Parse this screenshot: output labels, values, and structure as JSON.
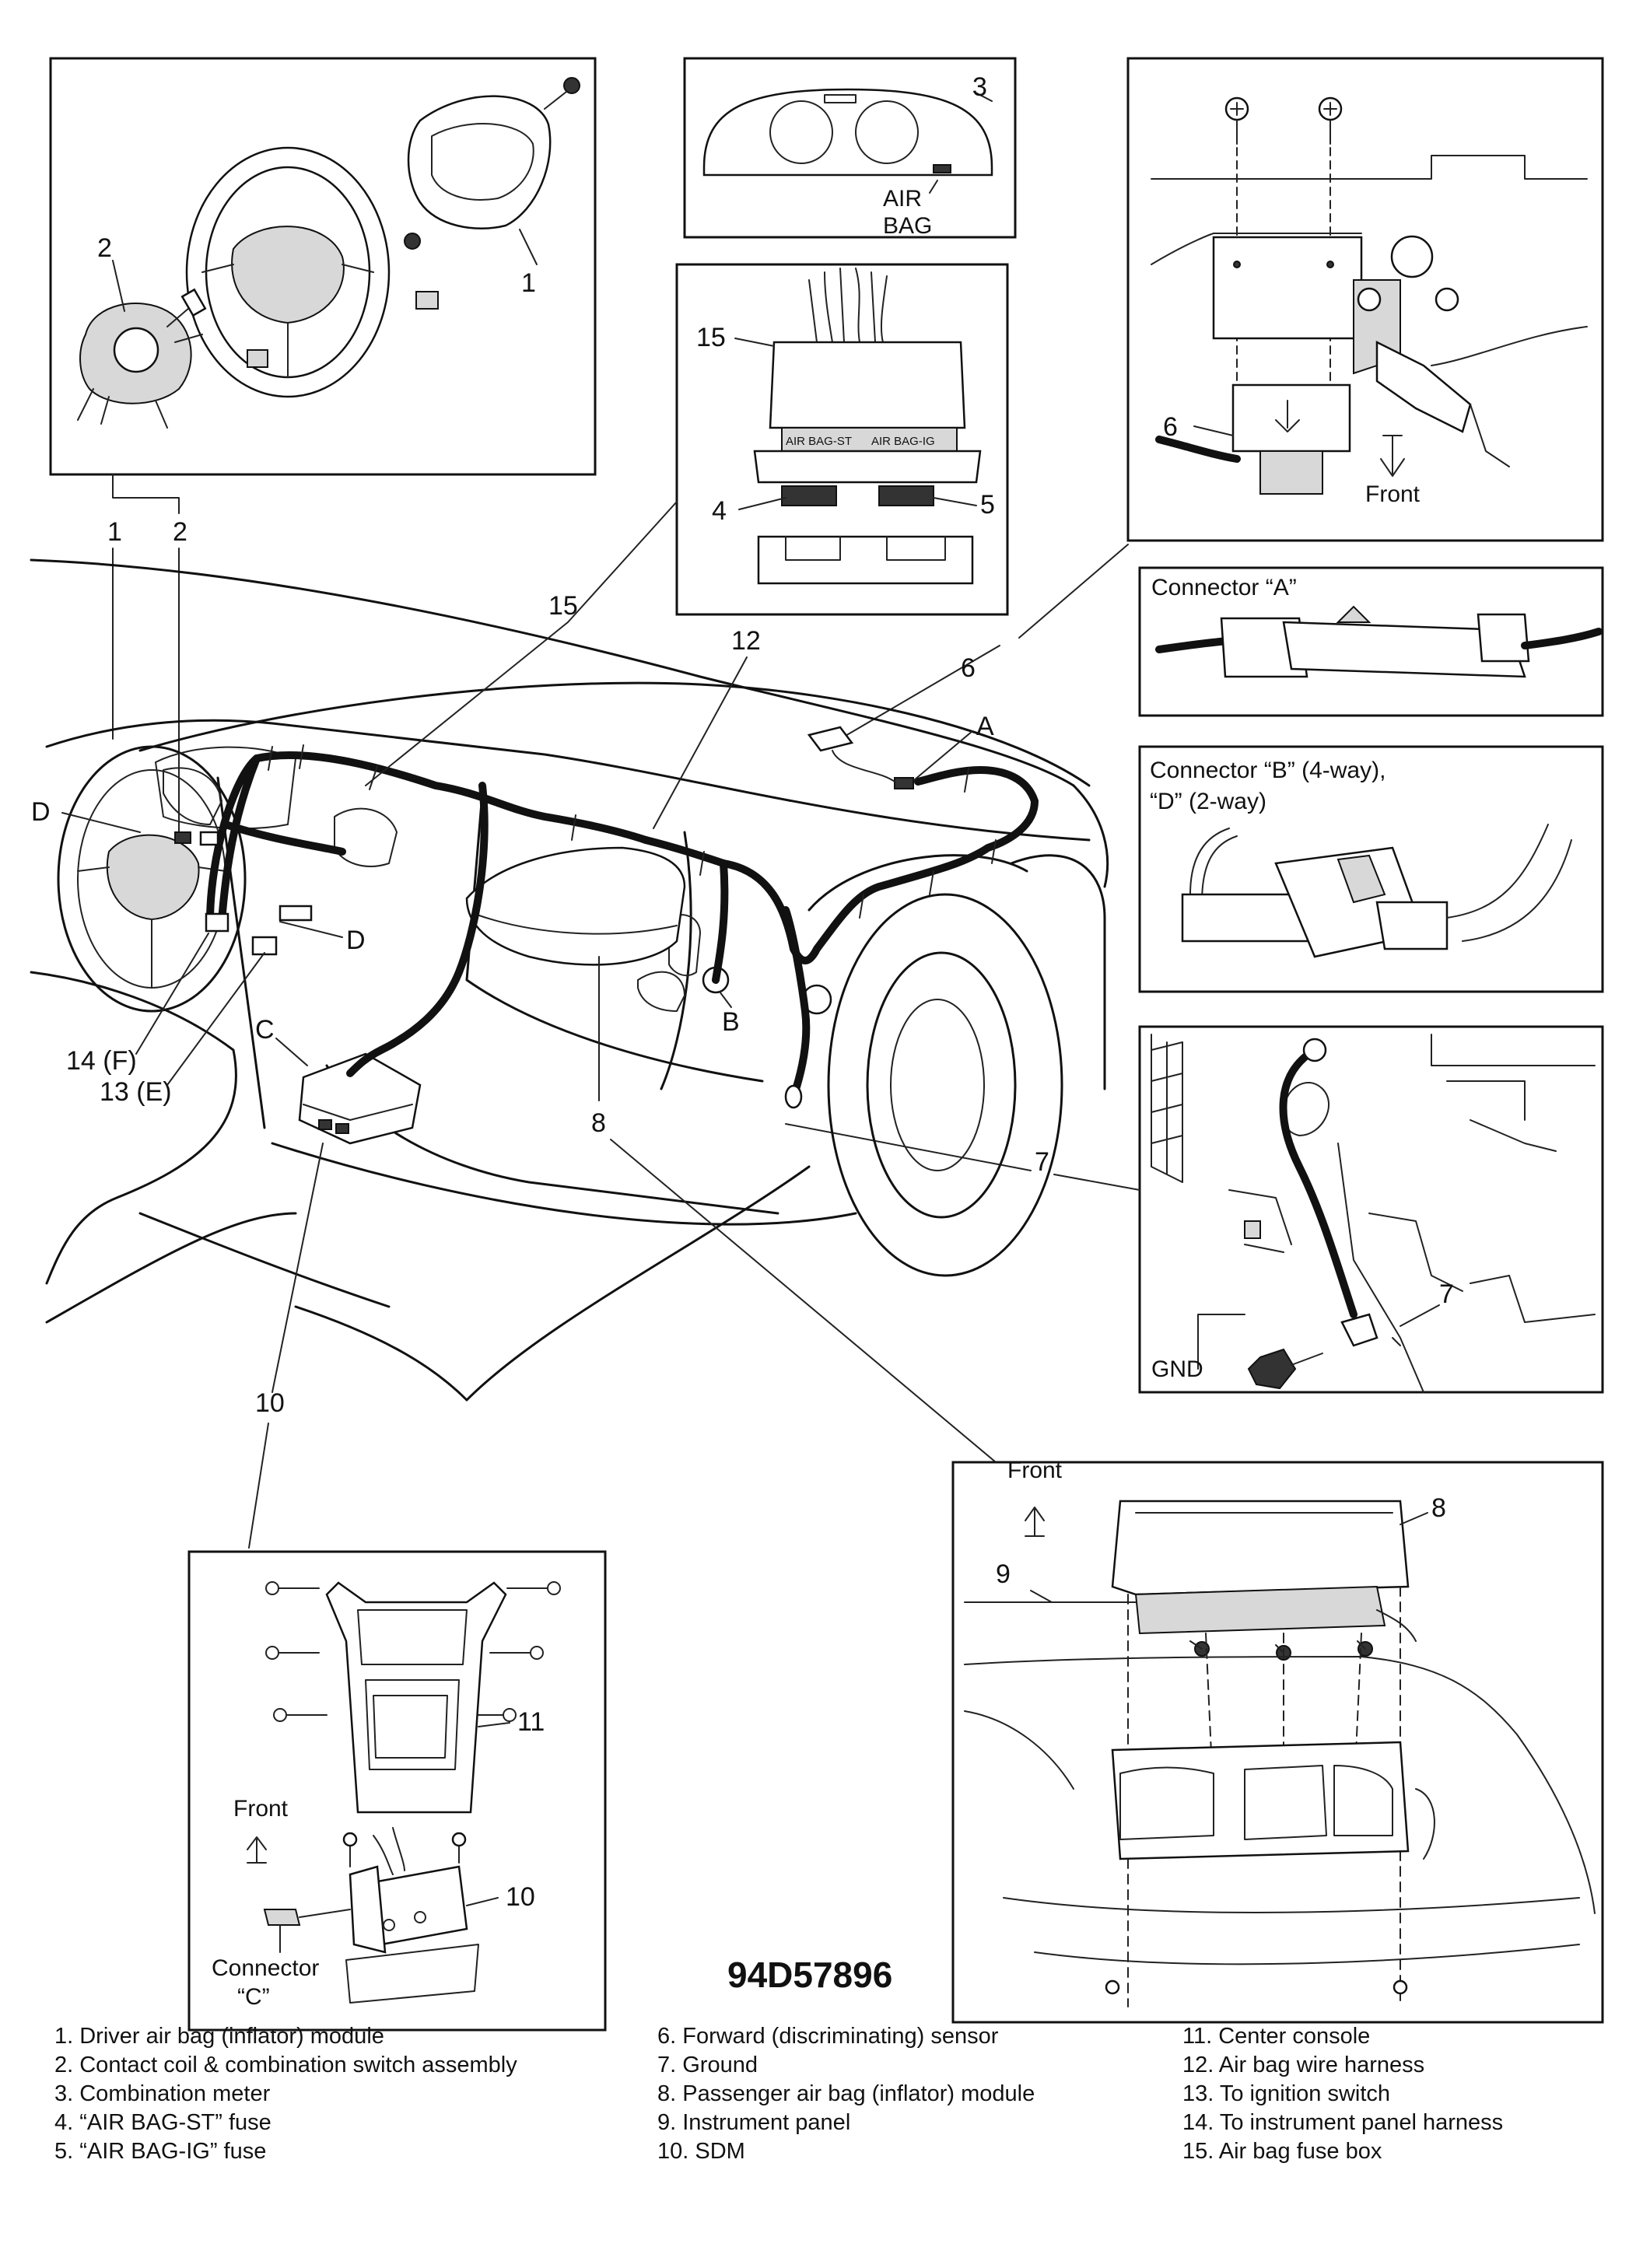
{
  "callouts": {
    "n1": "1",
    "n2": "2",
    "n3": "3",
    "n4": "4",
    "n5": "5",
    "n6": "6",
    "n7": "7",
    "n8": "8",
    "n9": "9",
    "n10": "10",
    "n11": "11",
    "n12": "12",
    "n15": "15",
    "n14f": "14 (F)",
    "n13e": "13 (E)",
    "A": "A",
    "B": "B",
    "C": "C",
    "D": "D"
  },
  "panel_labels": {
    "air": "AIR",
    "bag": "BAG",
    "fuse_st": "AIR BAG-ST",
    "fuse_ig": "AIR BAG-IG",
    "front": "Front",
    "connector_a": "Connector “A”",
    "connector_bd_1": "Connector “B” (4-way),",
    "connector_bd_2": "“D” (2-way)",
    "gnd": "GND",
    "connector_c_1": "Connector",
    "connector_c_2": "“C”"
  },
  "diagram_id": "94D57896",
  "legend": {
    "col1": [
      "1. Driver air bag (inflator) module",
      "2. Contact coil & combination switch assembly",
      "3. Combination meter",
      "4. “AIR BAG-ST” fuse",
      "5. “AIR BAG-IG” fuse"
    ],
    "col2": [
      "6. Forward (discriminating) sensor",
      "7. Ground",
      "8. Passenger air bag (inflator) module",
      "9. Instrument panel",
      "10. SDM"
    ],
    "col3": [
      "11. Center console",
      "12. Air bag wire harness",
      "13. To ignition switch",
      "14. To instrument panel harness",
      "15. Air bag fuse box"
    ]
  }
}
